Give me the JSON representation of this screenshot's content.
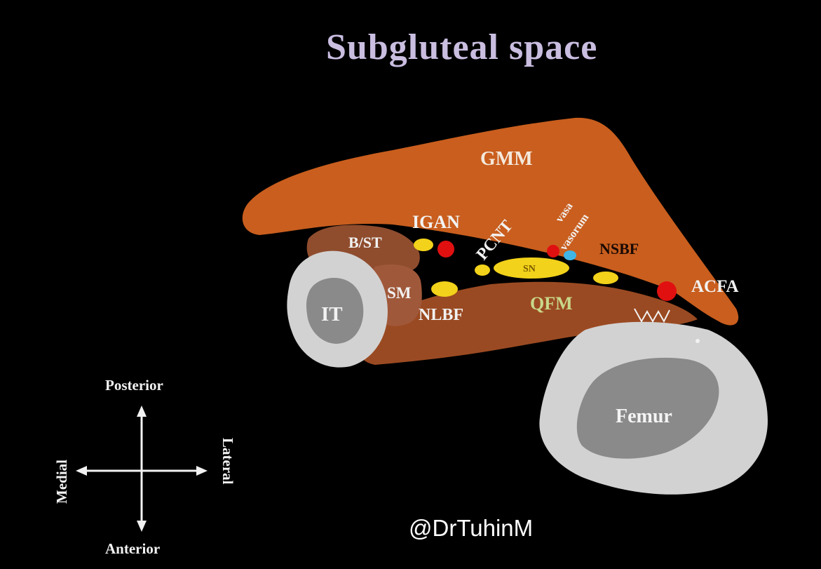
{
  "title": "Subgluteal space",
  "structures": {
    "gmm": "GMM",
    "bst": "B/ST",
    "sm": "SM",
    "it": "IT",
    "igan": "IGAN",
    "pcnt": "PCNT",
    "vasa": "vasa",
    "vasorum": "vasorum",
    "nsbf": "NSBF",
    "sn": "SN",
    "acfa": "ACFA",
    "nlbf": "NLBF",
    "qfm": "QFM",
    "femur": "Femur"
  },
  "compass": {
    "posterior": "Posterior",
    "anterior": "Anterior",
    "medial": "Medial",
    "lateral": "Lateral"
  },
  "watermark": "@DrTuhinM",
  "colors": {
    "muscle_orange": "#c95e1e",
    "muscle_brown": "#9a4a22",
    "bone_gray": "#d2d2d2",
    "marrow_gray": "#8a8a8a",
    "vessel_red": "#e01010",
    "nerve_yellow": "#f2d21a",
    "vein_blue": "#3fb6e6",
    "title": "#c9bde0",
    "qfm_label": "#c8d88a"
  }
}
